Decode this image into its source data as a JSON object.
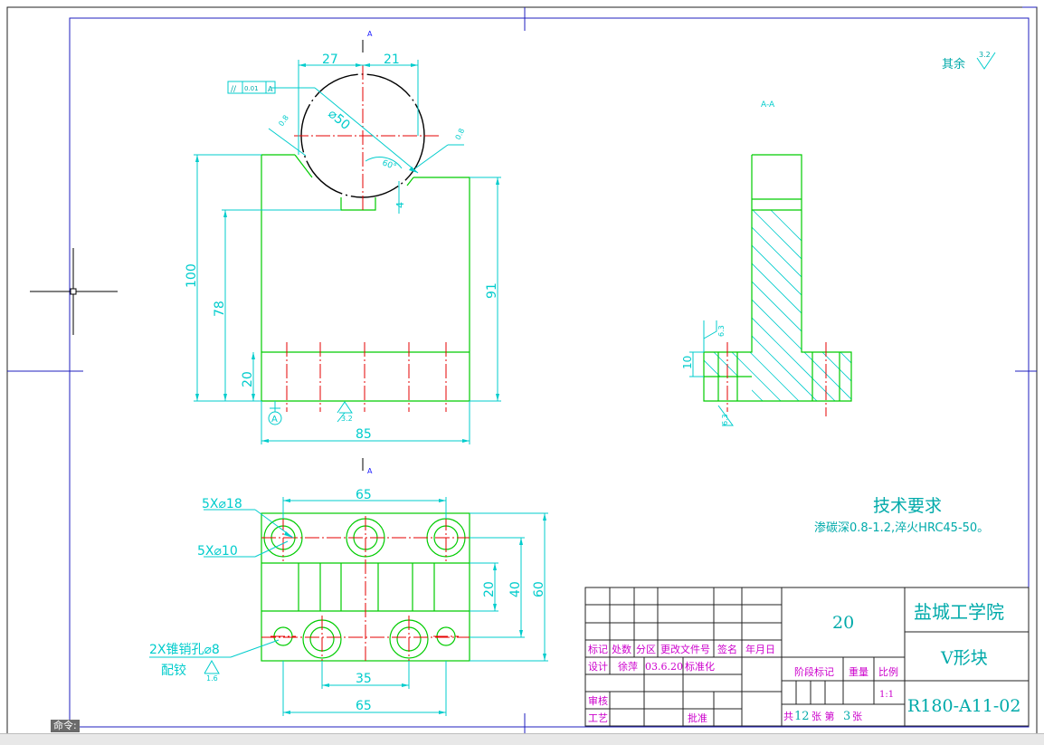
{
  "colors": {
    "border": "#1f1fbf",
    "part": "#00cc00",
    "dimension": "#00cccc",
    "centerline": "#e60000",
    "titleblock_text": "#cc00cc",
    "title_cyan": "#00aaaa"
  },
  "drawing": {
    "section_marker": "A",
    "section_view_label": "A-A",
    "surface_rest_label": "其余",
    "surface_rest_value": "3.2",
    "tolerance_symbol": "//",
    "tolerance_value": "0.01",
    "tolerance_datum": "A",
    "datum_label": "A"
  },
  "dimensions": {
    "front": {
      "top_left": "27",
      "top_right": "21",
      "diameter": "⌀50",
      "chamfer_left": "0.8",
      "chamfer_right": "0.8",
      "angle": "60°",
      "depth": "4",
      "h100": "100",
      "h78": "78",
      "h20": "20",
      "h91": "91",
      "w85": "85",
      "roughness": "3.2"
    },
    "top": {
      "w65_top": "65",
      "holes_label": "5X⌀18",
      "holes_label2": "5X⌀10",
      "h20": "20",
      "h40": "40",
      "h60": "60",
      "w35": "35",
      "w65_bottom": "65",
      "pin_label": "2X锥销孔⌀8",
      "pin_label2": "配铰",
      "pin_roughness": "1.6"
    },
    "section": {
      "h10": "10",
      "r_top": "6.3",
      "r_bottom": "6.3"
    }
  },
  "tech_requirements": {
    "title": "技术要求",
    "text": "渗碳深0.8-1.2,淬火HRC45-50。"
  },
  "title_block": {
    "school": "盐城工学院",
    "part_name": "V形块",
    "quantity": "20",
    "drawing_no": "R180-A11-02",
    "headers": [
      "标记",
      "处数",
      "分区",
      "更改文件号",
      "签名",
      "年月日"
    ],
    "design_label": "设计",
    "designer": "徐萍",
    "design_date": "03.6.20",
    "standard_label": "标准化",
    "review_label": "审核",
    "process_label": "工艺",
    "approve_label": "批准",
    "stage_label": "阶段标记",
    "weight_label": "重量",
    "scale_label": "比例",
    "scale_value": "1:1",
    "sheets_total_prefix": "共",
    "sheets_total": "12",
    "sheets_mid": "张 第",
    "sheet_no": "3",
    "sheets_suffix": "张"
  },
  "command_line": {
    "prompt": "命令:"
  }
}
